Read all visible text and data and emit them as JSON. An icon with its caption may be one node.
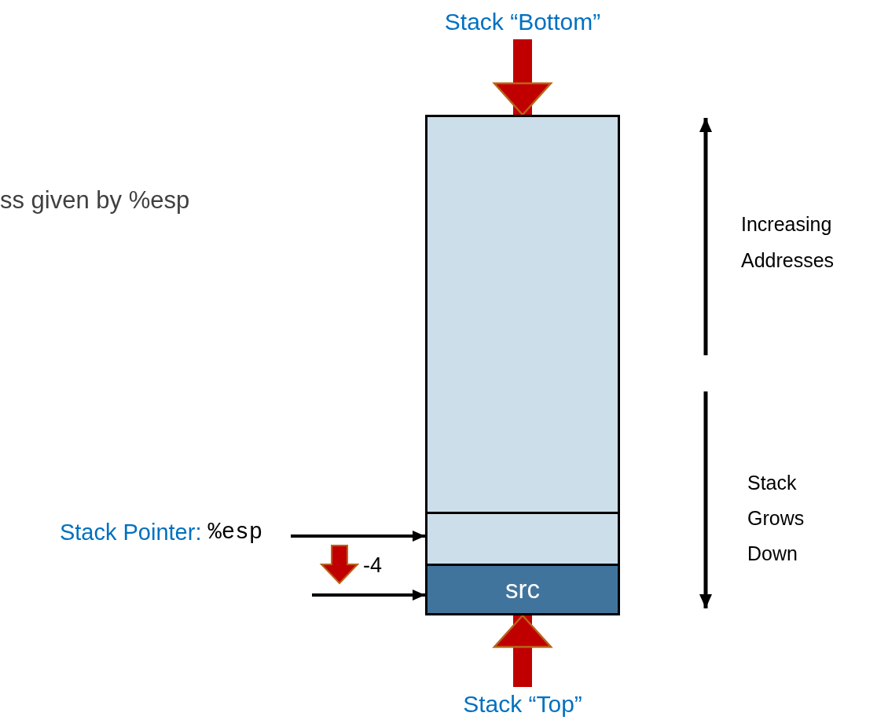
{
  "diagram": {
    "nodes": [
      {
        "text": [],
        "shape": "box"
      },
      {
        "text": [],
        "shape": "box"
      },
      {
        "text": [
          "src"
        ]
      },
      {
        "text": [
          "Stack “Bottom”"
        ]
      },
      {
        "text": [
          "Stack “Top”"
        ]
      },
      {
        "text": [
          "Stack Pointer:",
          "%esp"
        ]
      }
    ],
    "edges": [
      {
        "from": 3,
        "to": 0,
        "arrow": "to",
        "style": "thick",
        "color": "#c00000"
      },
      {
        "from": 4,
        "to": 2,
        "arrow": "to",
        "style": "thick",
        "color": "#c00000"
      },
      {
        "from": 5,
        "to": 1,
        "arrow": "to",
        "color": "#000000"
      },
      {
        "from": null,
        "to": 2,
        "arrow": "to",
        "color": "#000000"
      }
    ],
    "labels": [
      "ss given by %esp",
      "-4",
      "Increasing Addresses",
      "Stack Grows Down"
    ]
  }
}
